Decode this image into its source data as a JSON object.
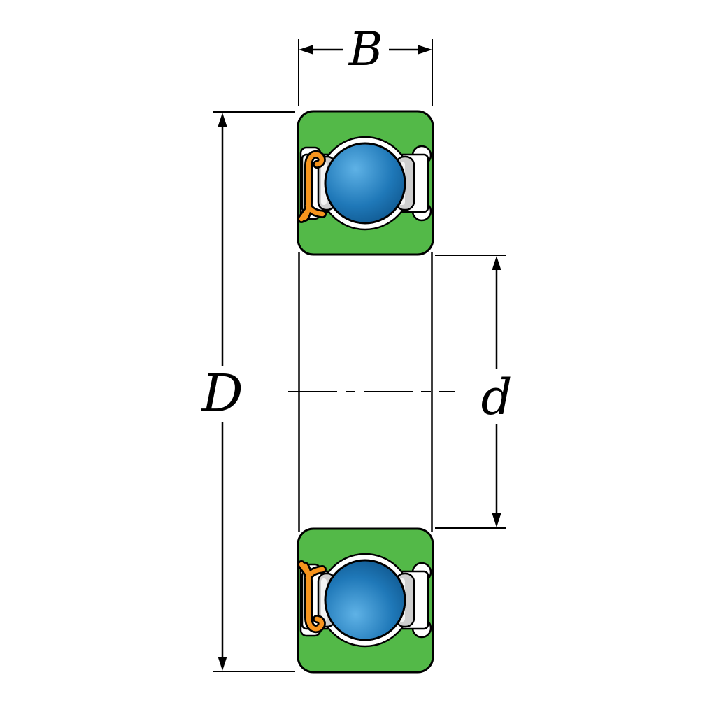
{
  "diagram": {
    "type": "bearing-cross-section",
    "dimensions": {
      "width_label": "B",
      "outer_diameter_label": "D",
      "bore_diameter_label": "d"
    },
    "colors": {
      "ring_green": "#53B948",
      "ball_blue": "#1F78B8",
      "ball_highlight": "#5FB2E6",
      "ball_shadow": "#0B4E83",
      "seal_orange": "#F7941E",
      "cage_gray": "#CFCFCF",
      "outline": "#000000",
      "background": "#FFFFFF"
    }
  }
}
